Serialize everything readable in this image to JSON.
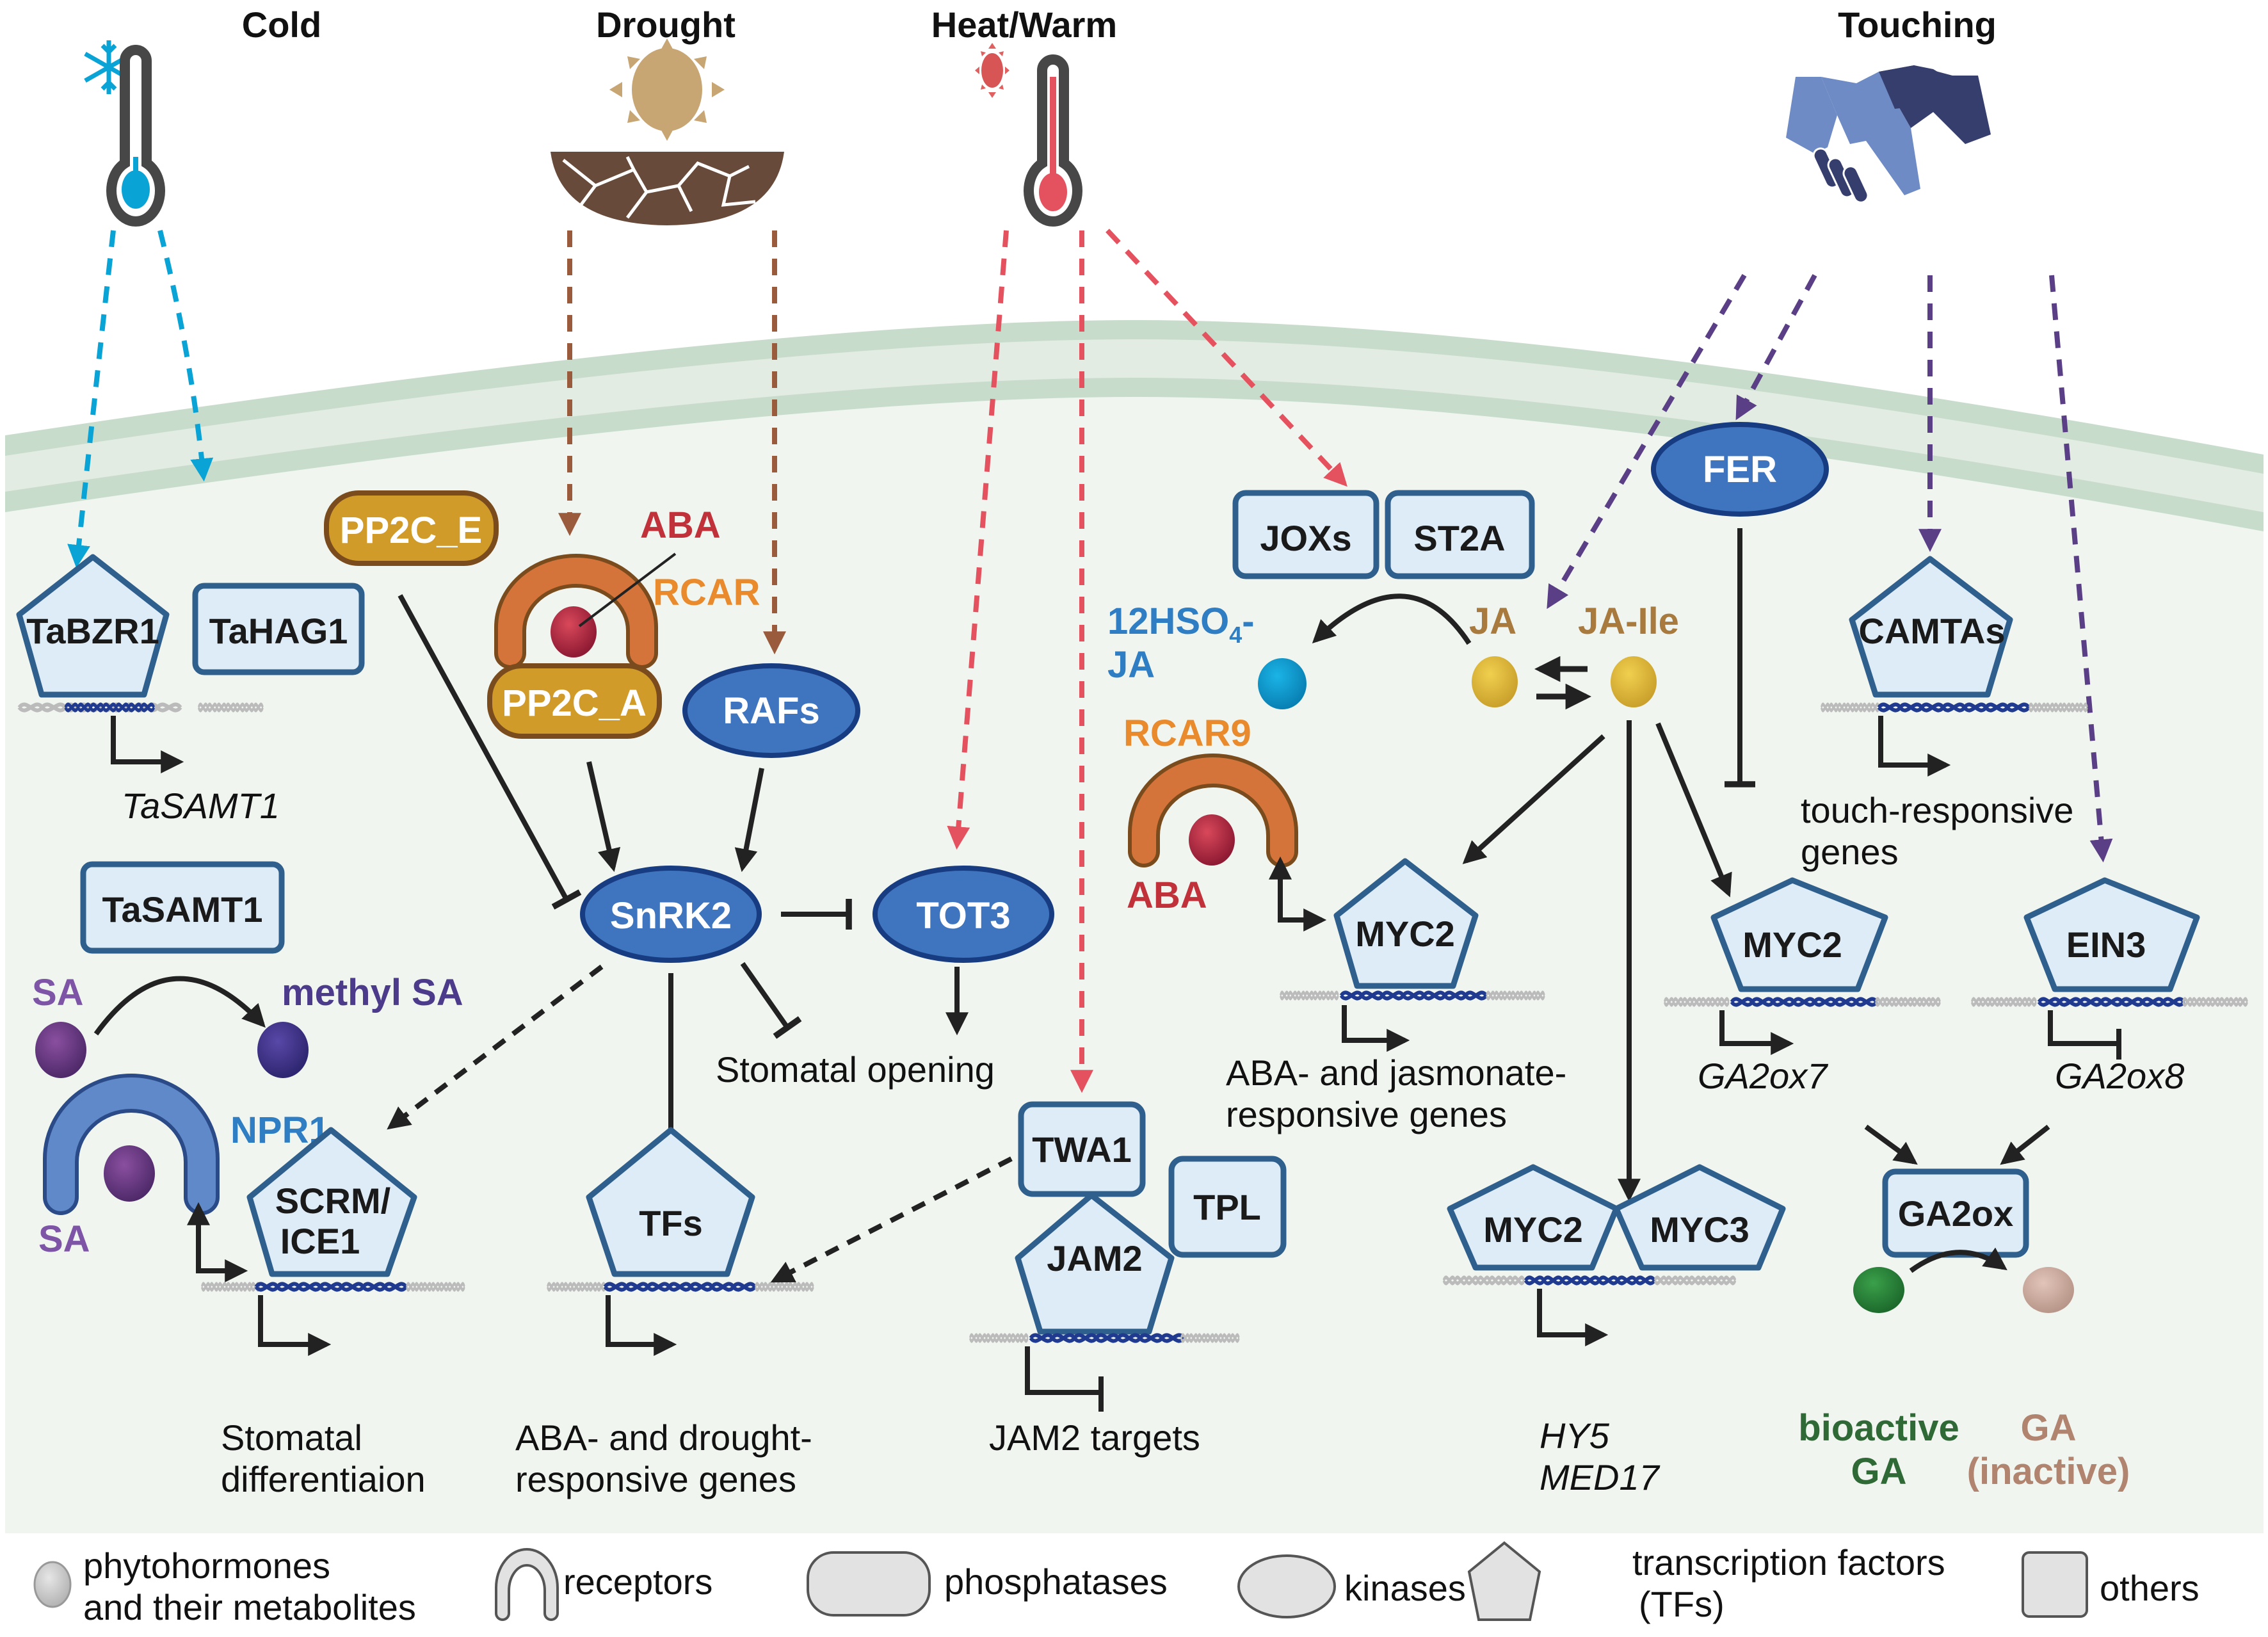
{
  "stimuli": {
    "cold": "Cold",
    "drought": "Drought",
    "heat": "Heat/Warm",
    "touching": "Touching"
  },
  "nodes": {
    "tabzr1": "TaBZR1",
    "tahag1": "TaHAG1",
    "tasamt1_gene": "TaSAMT1",
    "tasamt1_protein": "TaSAMT1",
    "sa_left": "SA",
    "methyl_sa": "methyl SA",
    "npr1": "NPR1",
    "sa_npr1": "SA",
    "scrm_line1": "SCRM/",
    "scrm_line2": "ICE1",
    "stomatal_diff_line1": "Stomatal",
    "stomatal_diff_line2": "differentiaion",
    "pp2c_e": "PP2C_E",
    "aba_top": "ABA",
    "rcar": "RCAR",
    "pp2c_a": "PP2C_A",
    "rafs": "RAFs",
    "snrk2": "SnRK2",
    "tot3": "TOT3",
    "stomatal_opening": "Stomatal opening",
    "tfs": "TFs",
    "aba_drought_line1": "ABA- and drought-",
    "aba_drought_line2": "responsive genes",
    "twa1": "TWA1",
    "tpl": "TPL",
    "jam2": "JAM2",
    "jam2_targets": "JAM2 targets",
    "joxs": "JOXs",
    "st2a": "ST2A",
    "hso4_line1": "12HSO",
    "hso4_sub": "4",
    "hso4_dash": "-",
    "hso4_line2": "JA",
    "ja": "JA",
    "ja_ile": "JA-Ile",
    "rcar9": "RCAR9",
    "aba_rcar9": "ABA",
    "myc2_a": "MYC2",
    "aba_jasm_line1": "ABA- and jasmonate-",
    "aba_jasm_line2": "responsive genes",
    "myc2_b": "MYC2",
    "myc3": "MYC3",
    "hy5": "HY5",
    "med17": "MED17",
    "fer": "FER",
    "camtas": "CAMTAs",
    "touch_genes_line1": "touch-responsive",
    "touch_genes_line2": "genes",
    "myc2_c": "MYC2",
    "ga2ox7": "GA2ox7",
    "ein3": "EIN3",
    "ga2ox8": "GA2ox8",
    "ga2ox": "GA2ox",
    "bioactive_line1": "bioactive",
    "bioactive_line2": "GA",
    "inactive_line1": "GA",
    "inactive_line2": "(inactive)"
  },
  "legend": {
    "phyto_line1": "phytohormones",
    "phyto_line2": "and their metabolites",
    "receptors": "receptors",
    "phosphatases": "phosphatases",
    "kinases": "kinases",
    "tfs_line1": "transcription factors",
    "tfs_line2": "(TFs)",
    "others": "others"
  },
  "colors": {
    "cold": "#0aa3d6",
    "drought": "#9a5a3c",
    "heat": "#e5525f",
    "touch": "#5b3f86",
    "tf_fill": "#deecf8",
    "tf_stroke": "#2f5f8d",
    "kinase": "#3f75bf",
    "phosphatase": "#d19b2a",
    "receptor": "#d5743a",
    "aba": "#c0313a",
    "rcar_text": "#e98a2c",
    "sa": "#7d54a6",
    "methyl_sa": "#4c3b8a",
    "npr1_text": "#2f7dc3",
    "ja_text": "#a87a3e",
    "hso4_text": "#2f7dc3",
    "bioactive": "#2f6a36",
    "inactive": "#b0846e",
    "cell_bg": "#f0f5f0",
    "membrane_dark": "#c8dccb",
    "membrane_light": "#e2ece3"
  }
}
